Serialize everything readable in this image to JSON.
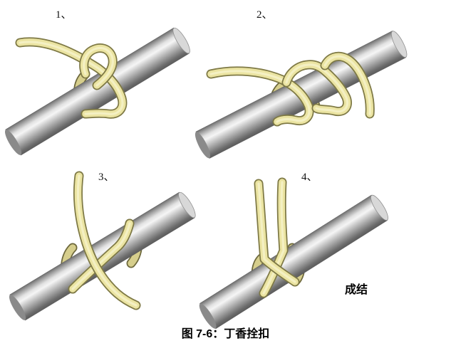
{
  "figure": {
    "steps": [
      {
        "label": "1、"
      },
      {
        "label": "2、"
      },
      {
        "label": "3、"
      },
      {
        "label": "4、"
      }
    ],
    "knot_complete_label": "成结",
    "caption": "图 7-6：丁香拴扣"
  },
  "colors": {
    "background": "#ffffff",
    "rope_fill": "#ebe4a2",
    "rope_outline": "#7e7945",
    "rope_shaded_fill": "#d6ce8c",
    "pole_highlight": "#f5f5f5",
    "pole_shadow": "#5c5c5c",
    "text": "#000000"
  }
}
